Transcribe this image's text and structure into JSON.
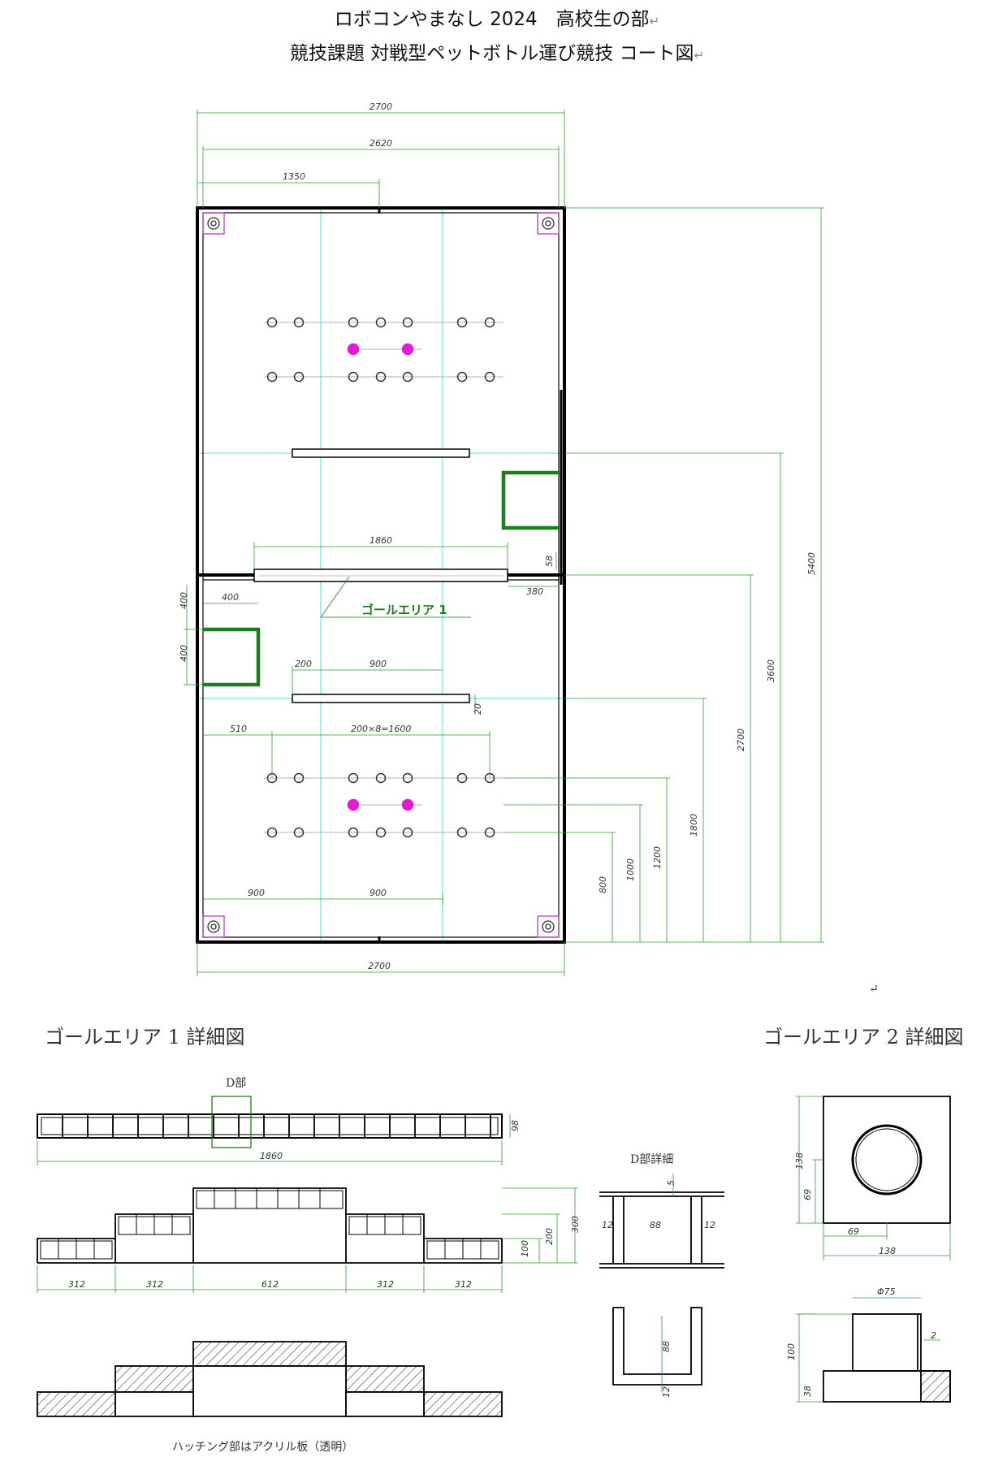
{
  "header": {
    "title_line1": "ロボコンやまなし 2024　高校生の部",
    "title_line2": "競技課題 対戦型ペットボトル運び競技 コート図",
    "return_mark": "↵"
  },
  "court": {
    "goal_area_label": "ゴールエリア 1",
    "dims": {
      "top_total": "2700",
      "top_inner": "2620",
      "top_half": "1350",
      "bottom_total": "2700",
      "length_total": "5400",
      "d3600": "3600",
      "d2700": "2700",
      "d1800": "1800",
      "d1200": "1200",
      "d1000": "1000",
      "d800": "800",
      "wall_len": "1860",
      "d58": "58",
      "d380": "380",
      "goal_w": "400",
      "goal_h1": "400",
      "goal_h2": "400",
      "d200": "200",
      "d900_bar": "900",
      "d20": "20",
      "d510": "510",
      "grid_span": "200×8=1600",
      "d900_a": "900",
      "d900_b": "900"
    }
  },
  "detail1": {
    "title": "ゴールエリア 1 詳細図",
    "d_label": "D部",
    "top_len": "1860",
    "top_h": "98",
    "steps": [
      "312",
      "312",
      "612",
      "312",
      "312"
    ],
    "h100": "100",
    "h200": "200",
    "h300": "300",
    "note": "ハッチング部はアクリル板（透明）"
  },
  "d_detail": {
    "title": "D部詳細",
    "d5": "5",
    "d12a": "12",
    "d88": "88",
    "d12b": "12",
    "d88v": "88",
    "d12v": "12"
  },
  "detail2": {
    "title": "ゴールエリア 2 詳細図",
    "d138v": "138",
    "d69v": "69",
    "d69h": "69",
    "d138h": "138",
    "phi": "Φ75",
    "d2": "2",
    "d100": "100",
    "d38": "38"
  },
  "colors": {
    "wall": "#000000",
    "dimension": "#2e9b2e",
    "guide": "#3fe0e6",
    "goal": "#1a7f1a",
    "target": "#e619d6",
    "corner": "#c03ac0"
  }
}
